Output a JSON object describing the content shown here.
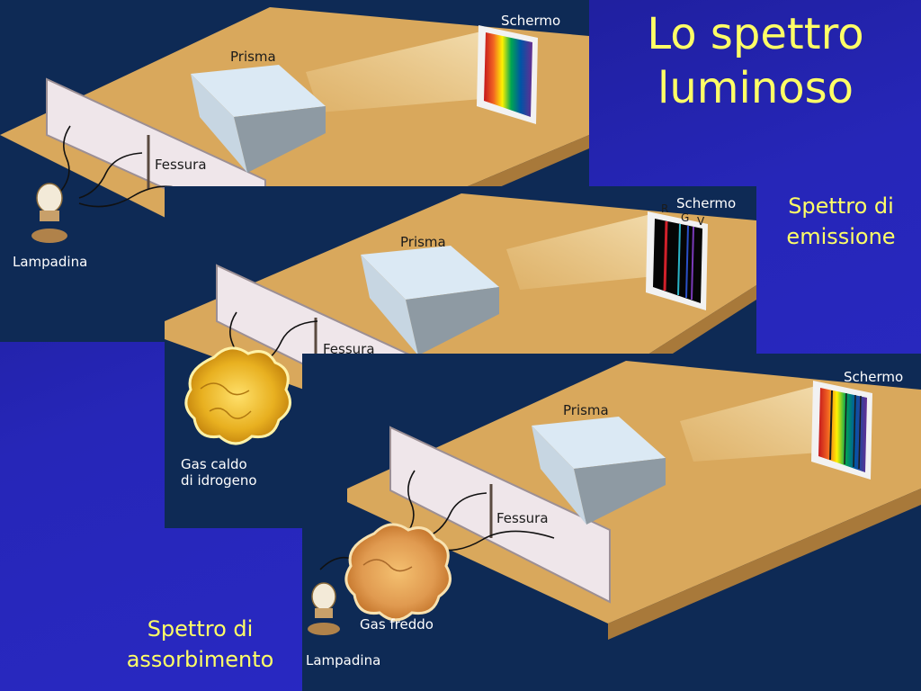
{
  "title": "Lo spettro\nluminoso",
  "captions": {
    "emission": "Spettro di\nemissione",
    "absorption": "Spettro di\nassorbimento"
  },
  "panels": {
    "continuous": {
      "prism": "Prisma",
      "screen": "Schermo",
      "slit": "Fessura",
      "lamp": "Lampadina"
    },
    "emission": {
      "prism": "Prisma",
      "screen": "Schermo",
      "slit": "Fessura",
      "gas": "Gas caldo\ndi idrogeno",
      "line_letters": [
        "R",
        "G",
        "V"
      ]
    },
    "absorption": {
      "prism": "Prisma",
      "screen": "Schermo",
      "slit": "Fessura",
      "gas": "Gas freddo",
      "lamp": "Lampadina"
    }
  },
  "colors": {
    "title": "#ffff66",
    "panel_bg": "#0e2a55",
    "table": "#d9a85c"
  }
}
